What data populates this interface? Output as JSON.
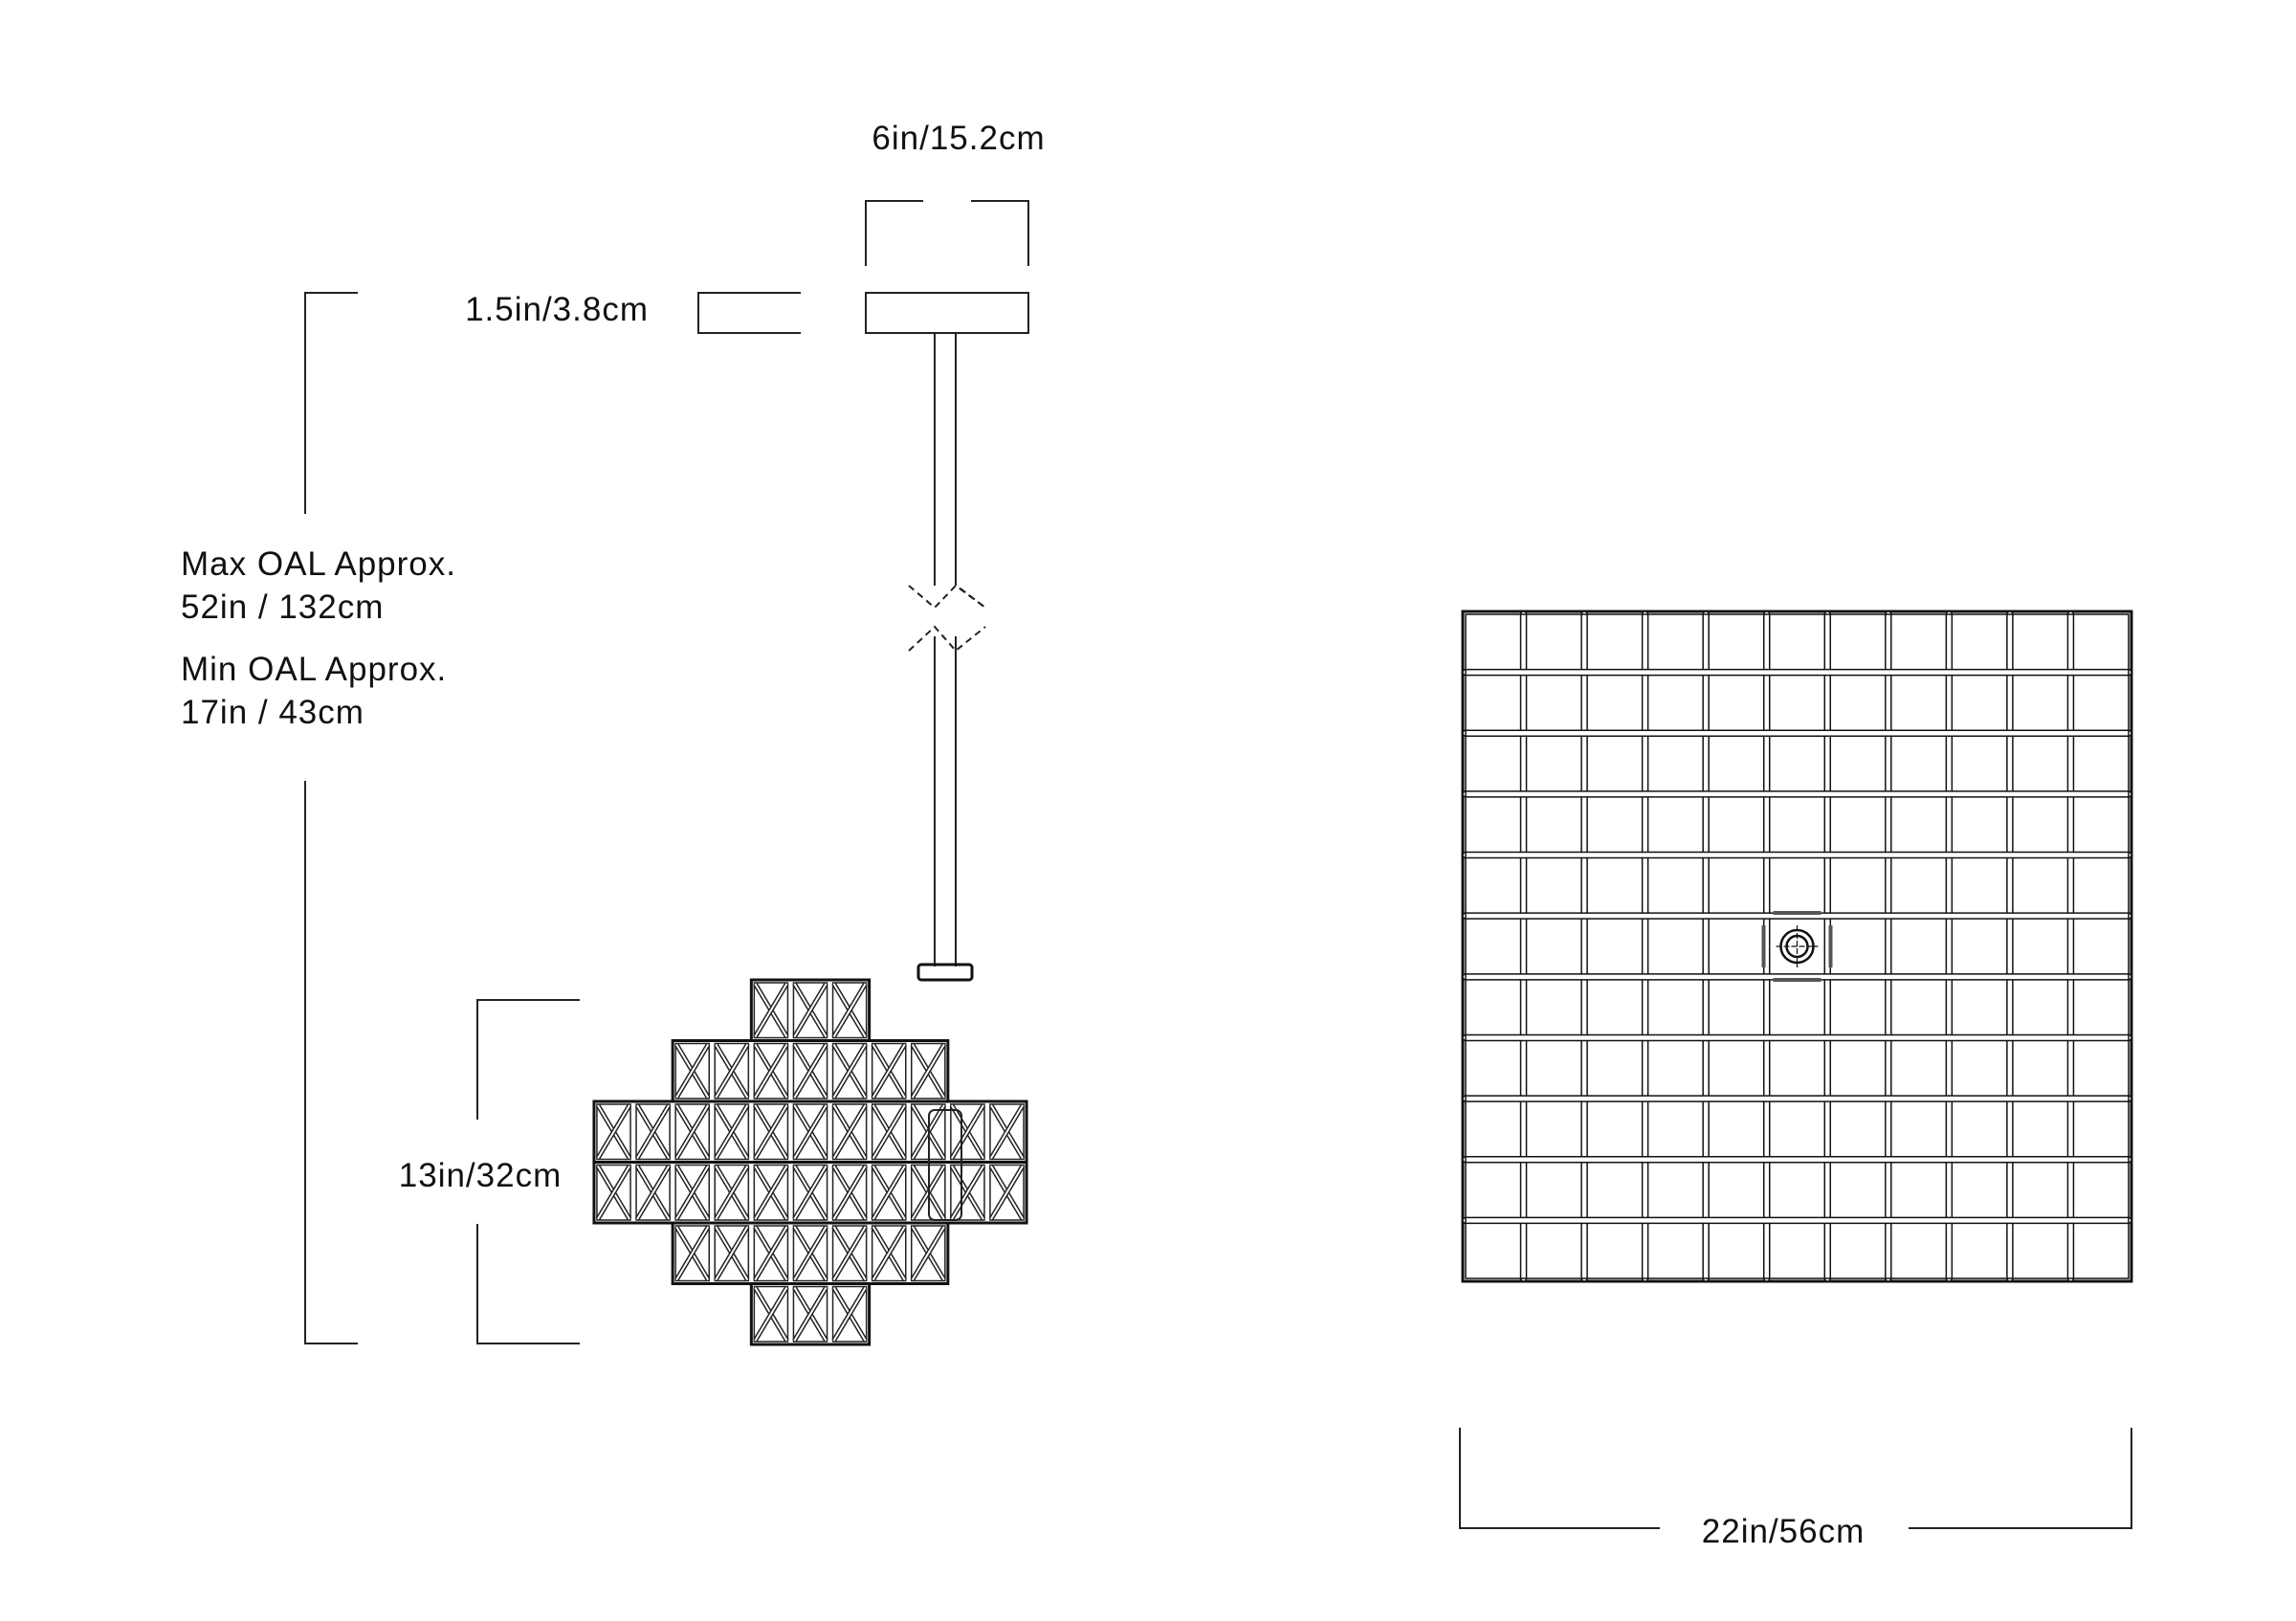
{
  "dimensions": {
    "canopy_width": "6in/15.2cm",
    "canopy_height": "1.5in/3.8cm",
    "max_oal_label": "Max OAL Approx.",
    "max_oal_value": "52in / 132cm",
    "min_oal_label": "Min OAL Approx.",
    "min_oal_value": "17in / 43cm",
    "shade_height": "13in/32cm",
    "shade_width": "22in/56cm"
  },
  "pendant": {
    "tiers": [
      3,
      7,
      11,
      11,
      7,
      3
    ]
  },
  "top_view": {
    "grid_rows": 11,
    "grid_cols": 11
  }
}
